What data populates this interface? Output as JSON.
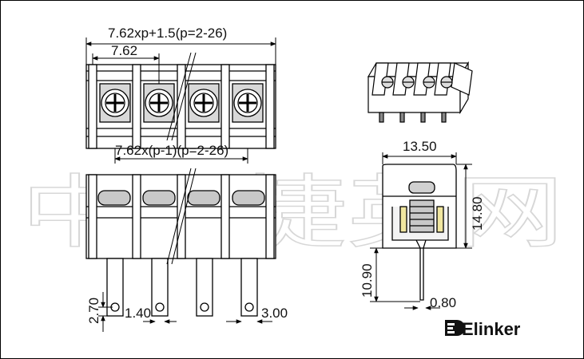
{
  "watermark": "中国捷英网",
  "dimensions": {
    "total_width": "7.62xp+1.5(p=2-26)",
    "pitch": "7.62",
    "pitch_span": "7.62x(p-1)(p=2-26)",
    "side_width": "13.50",
    "side_height": "14.80",
    "pin_length": "10.90",
    "pin_thickness": "0.80",
    "hole_offset": "2.70",
    "pin_width": "1.40",
    "pin_spacing": "3.00"
  },
  "brand": {
    "name": "Elinker",
    "icon": "elinker-logo-icon"
  }
}
